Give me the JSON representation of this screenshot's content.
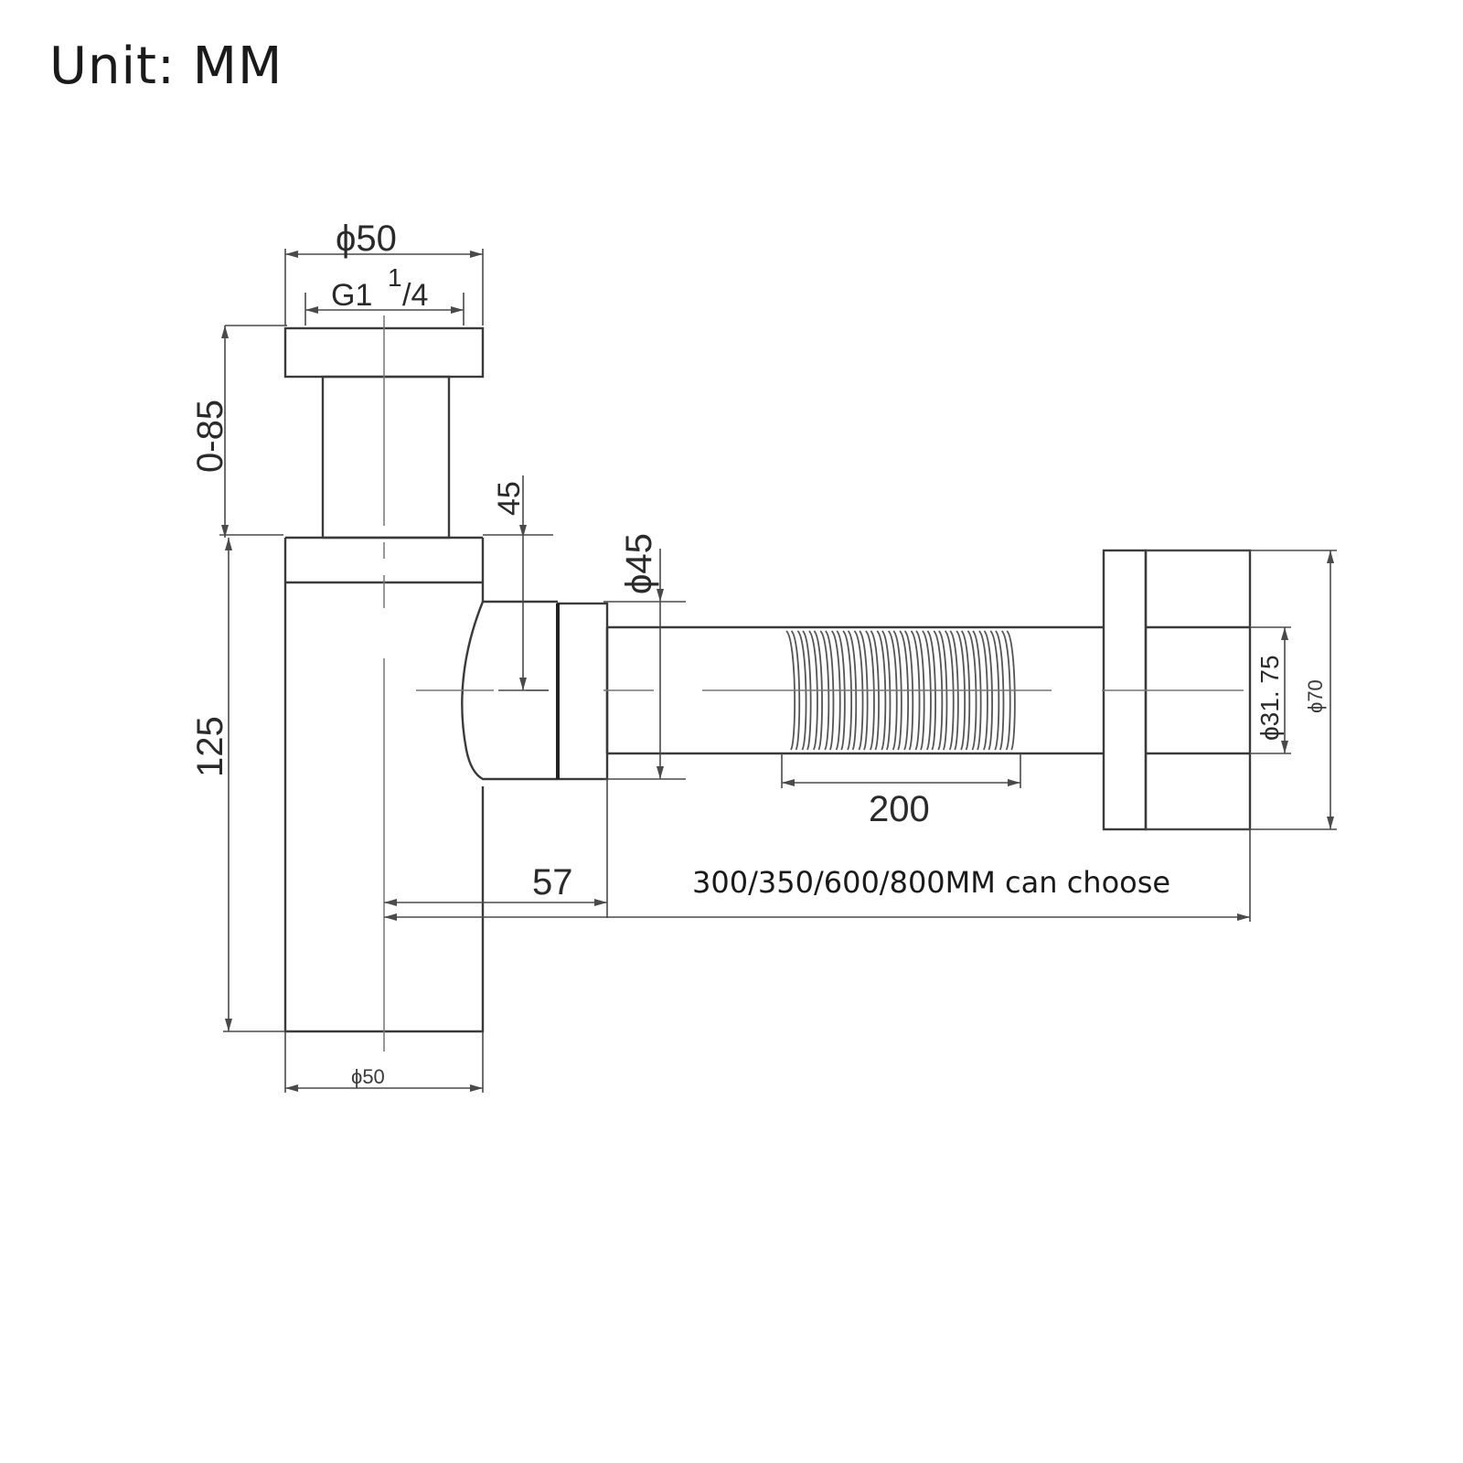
{
  "title": "Unit: MM",
  "dimensions": {
    "top_diameter": "ϕ50",
    "thread": "G1",
    "thread_fraction_top": "1",
    "thread_fraction_bottom": "/4",
    "height_adjust": "0-85",
    "body_height": "125",
    "bottom_diameter": "ϕ50",
    "outlet_offset": "45",
    "outlet_diameter": "ϕ45",
    "flex_length": "200",
    "horizontal_offset": "57",
    "pipe_diameter": "ϕ31. 75",
    "wall_flange_diameter": "ϕ70"
  },
  "length_note": "300/350/600/800MM can choose"
}
